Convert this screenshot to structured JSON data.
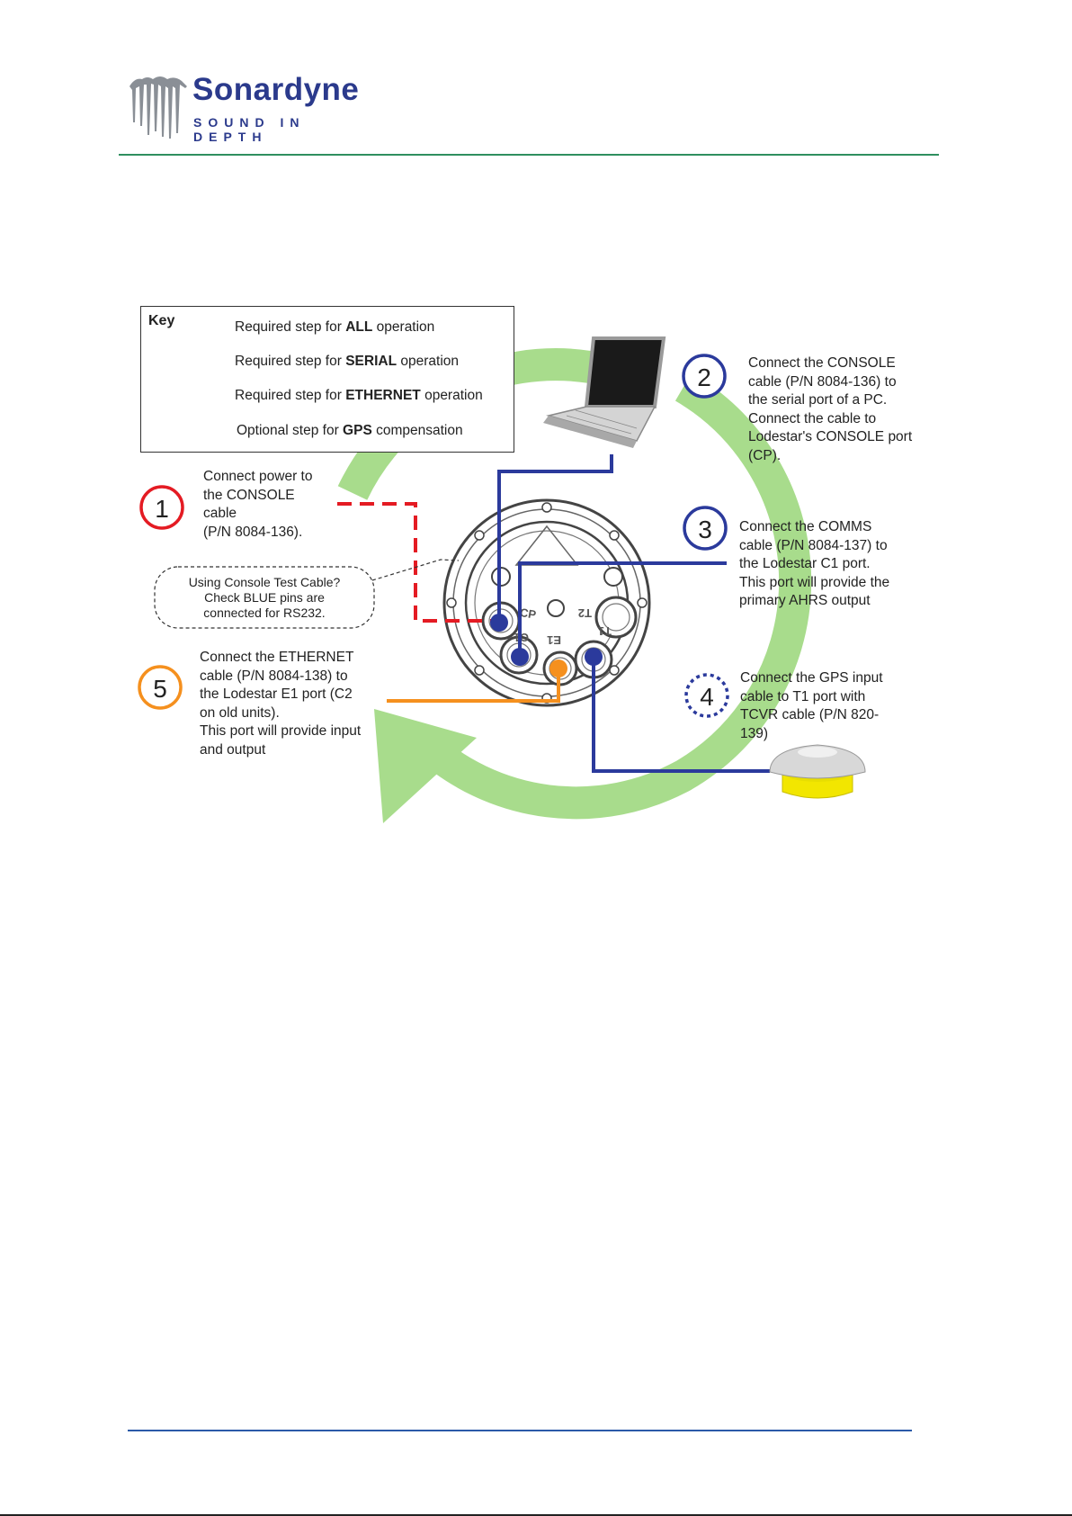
{
  "header": {
    "brand": "Sonardyne",
    "tagline": "SOUND IN DEPTH"
  },
  "key": {
    "title": "Key",
    "rows": [
      {
        "prefix": "Required step for ",
        "bold": "ALL",
        "suffix": " operation",
        "color": "#e41b23",
        "style": "solid"
      },
      {
        "prefix": "Required step for ",
        "bold": "SERIAL",
        "suffix": " operation",
        "color": "#2b3a9c",
        "style": "solid"
      },
      {
        "prefix": "Required step for ",
        "bold": "ETHERNET",
        "suffix": " operation",
        "color": "#f5901e",
        "style": "solid"
      },
      {
        "prefix": "Optional step for ",
        "bold": "GPS",
        "suffix": " compensation",
        "color": "#2b3a9c",
        "style": "dotted"
      }
    ]
  },
  "steps": {
    "s1": {
      "number": "1",
      "lines": [
        "Connect power to",
        "the CONSOLE",
        "cable",
        "(P/N 8084-136)."
      ]
    },
    "s2": {
      "number": "2",
      "lines": [
        "Connect the CONSOLE",
        "cable (P/N 8084-136) to",
        "the serial port of a PC.",
        "Connect the cable to",
        "Lodestar's CONSOLE port",
        "(CP)."
      ]
    },
    "s3": {
      "number": "3",
      "lines": [
        "Connect the COMMS",
        "cable (P/N 8084-137) to",
        "the Lodestar C1 port.",
        "This port will provide the",
        "primary AHRS output"
      ]
    },
    "s4": {
      "number": "4",
      "lines": [
        "Connect the GPS input",
        "cable to T1 port with",
        "TCVR cable (P/N 820-",
        "139)"
      ]
    },
    "s5": {
      "number": "5",
      "lines": [
        "Connect the ETHERNET",
        "cable (P/N 8084-138) to",
        "the Lodestar E1 port (C2",
        "on old units).",
        "This port will provide input",
        "and output"
      ]
    }
  },
  "note": {
    "lines": [
      "Using Console Test Cable?",
      "Check BLUE pins are",
      "connected for RS232."
    ]
  },
  "ports": {
    "cp": "CP",
    "c1": "C1",
    "e1": "E1",
    "t1": "T1",
    "t2": "T2"
  },
  "colors": {
    "red": "#e41b23",
    "blue": "#2b3a9c",
    "orange": "#f5901e",
    "green": "#a8dc8c",
    "yellow": "#f2e600",
    "rule_green": "#2f8f5f",
    "rule_blue": "#2b5aa8"
  }
}
